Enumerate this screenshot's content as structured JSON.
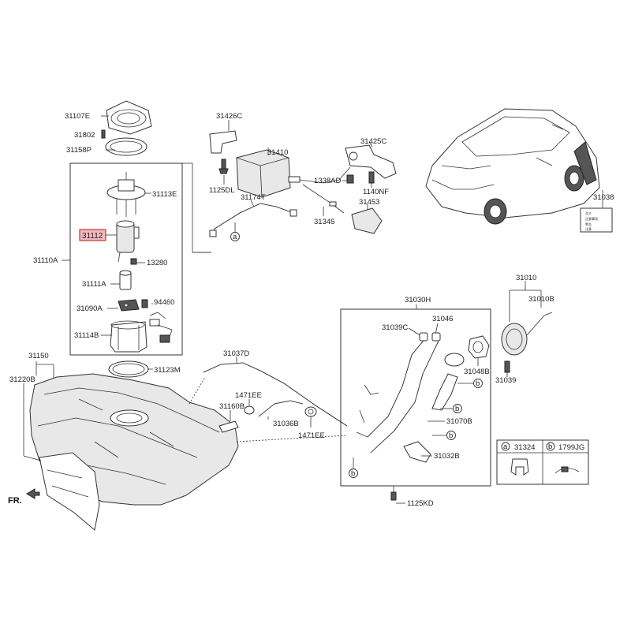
{
  "diagram": {
    "highlighted_part": "31112",
    "front_marker": "FR.",
    "labels": {
      "p31107E": "31107E",
      "p31802": "31802",
      "p31158P": "31158P",
      "p31426C": "31426C",
      "p31410": "31410",
      "p31425C": "31425C",
      "p31113E": "31113E",
      "p1125DL": "1125DL",
      "p31174T": "31174T",
      "p1338AD": "1338AD",
      "p1140NF": "1140NF",
      "p31453": "31453",
      "p31345": "31345",
      "p31038": "31038",
      "p31112": "31112",
      "p31110A": "31110A",
      "p13280": "13280",
      "p31111A": "31111A",
      "p94460": "94460",
      "p31090A": "31090A",
      "p31114B": "31114B",
      "p31010": "31010",
      "p31010B": "31010B",
      "p31030H": "31030H",
      "p31046": "31046",
      "p31039C": "31039C",
      "p31048B": "31048B",
      "p31039": "31039",
      "p31150": "31150",
      "p31220B": "31220B",
      "p31123M": "31123M",
      "p31037D": "31037D",
      "p1471EE_a": "1471EE",
      "p31160B": "31160B",
      "p31036B": "31036B",
      "p1471EE_b": "1471EE",
      "p31070B": "31070B",
      "p31032B": "31032B",
      "p1125KD": "1125KD",
      "p31324": "31324",
      "p1799JG": "1799JG"
    },
    "callouts": {
      "a": "a",
      "b": "b"
    },
    "legend": {
      "a_code": "31324",
      "b_code": "1799JG"
    },
    "warning_label_lines": [
      "경고",
      "注意事项",
      "警告",
      "注意"
    ]
  }
}
